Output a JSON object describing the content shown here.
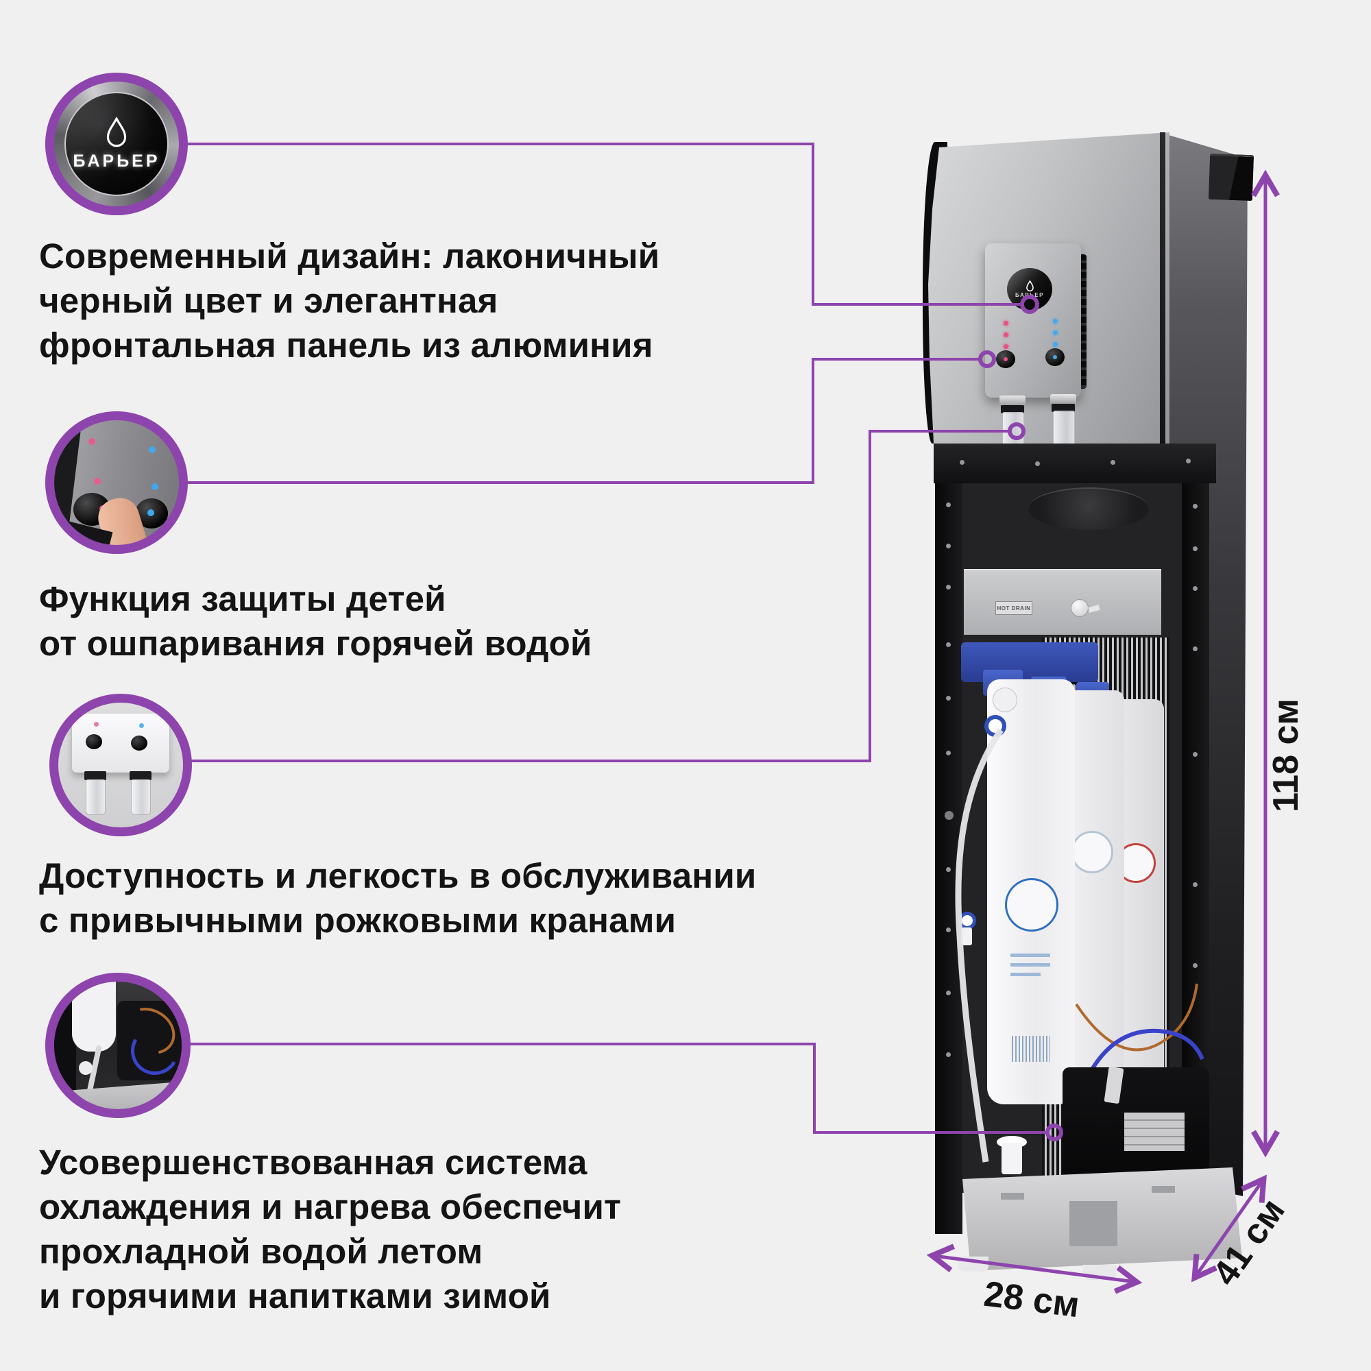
{
  "brand": {
    "logo_text": "БАРЬЕР"
  },
  "features": [
    {
      "id": "design",
      "text": "Современный дизайн: лаконичный\nчерный цвет и элегантная\nфронтальная панель из алюминия"
    },
    {
      "id": "child-protection",
      "text": "Функция защиты детей\nот ошпаривания горячей водой"
    },
    {
      "id": "easy-service",
      "text": "Доступность и легкость в обслуживании\nс привычными рожковыми кранами"
    },
    {
      "id": "cooling-heating",
      "text": "Усовершенствованная система\nохлаждения и нагрева обеспечит\nпрохладной водой летом\nи горячими напитками зимой"
    }
  ],
  "device": {
    "panel_logo_text": "БАРЬЕР",
    "hot_drain_label": "HOT DRAIN"
  },
  "dimensions": {
    "height": "118 см",
    "depth": "41 см",
    "width": "28 см"
  },
  "colors": {
    "accent": "#8e44ad",
    "background": "#f0f0f1",
    "text": "#141414",
    "led_hot": "#e8517f",
    "led_cold": "#47a8ee"
  }
}
